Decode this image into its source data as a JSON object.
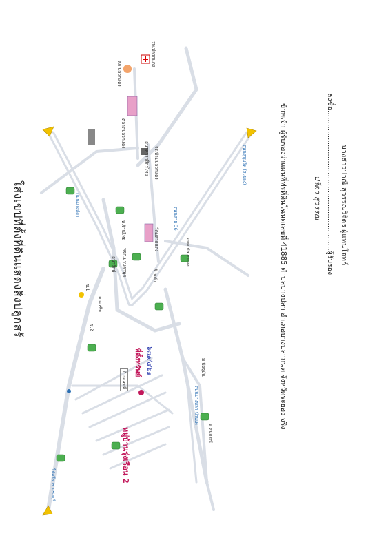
{
  "title": "ใส่งเขปที่ตั้งที่ดินแสดงสิ่งปลูกสร้",
  "declaration": "ข้าพเจ้า ผู้รับรองว่าแผนที่ฟรที่ดินโฉนดเลขที่ 41885 ตำบลบางปลา อำเภอบางปลากนต จังหวัดระยอง จริง",
  "signature": {
    "line": "ลงชื่อ.............................................................ผู้รับรอง",
    "signed_name": "ปรีดา สุวรรณ",
    "printed_name": "นางสาวปาณี สุวรรณวิจิตร ผู้แทนโจทก์"
  },
  "map": {
    "target_label": "ที่ตั้งทรัพย์",
    "plot_number": "๖๓๑/๔๖๑",
    "village": "หมู่บ้านรุ่งเรือน 2",
    "small_box_label": "บ้านเลขที่",
    "road_labels": [
      {
        "id": "road-upper-blue",
        "text": "ถนนสุขุมวิท (ระยอง)"
      },
      {
        "id": "road-lower-blue",
        "text": "ถนนสาย 36"
      },
      {
        "id": "road-mid-blue",
        "text": "ถนนบางปลา"
      },
      {
        "id": "road-left-blue",
        "text": "ไปศรีราชา-ชลบุรี"
      },
      {
        "id": "road-bottom-blue",
        "text": "ถนนบางปลา-บ้านเพ"
      }
    ],
    "place_labels": [
      {
        "id": "hospital",
        "text": "รพ.ปลวกแดง"
      },
      {
        "id": "police",
        "text": "สภ.ปลวกแดง"
      },
      {
        "id": "market",
        "text": "ตลาดปลวกแดง"
      },
      {
        "id": "school",
        "text": "รร.บ้านปลวกแดง"
      },
      {
        "id": "temple",
        "text": "วัดปลวกแดง"
      },
      {
        "id": "bank",
        "text": "ธนาคารกสิกรไทย"
      },
      {
        "id": "shop1",
        "text": "ห.ร้านไทย"
      },
      {
        "id": "shop2",
        "text": "หจก.มาบตาพุด"
      },
      {
        "id": "shop3",
        "text": "ธนารักษ์"
      },
      {
        "id": "shop4",
        "text": "ร้านค้า"
      },
      {
        "id": "shop5",
        "text": "อบต.ปลวกแดง"
      },
      {
        "id": "shop6",
        "text": "ม.เอเชีย"
      },
      {
        "id": "shop7",
        "text": "ม.ปัจจุบัน"
      },
      {
        "id": "shop8",
        "text": "ห.สหกรณ์"
      },
      {
        "id": "shop9",
        "text": "ซ.1"
      },
      {
        "id": "shop10",
        "text": "ซ.2"
      }
    ],
    "colors": {
      "road": "#d9dee6",
      "blue_text": "#2b6fb3",
      "target": "#c2185b",
      "arrow": "#f2c200",
      "tree": "#4caf50"
    }
  }
}
